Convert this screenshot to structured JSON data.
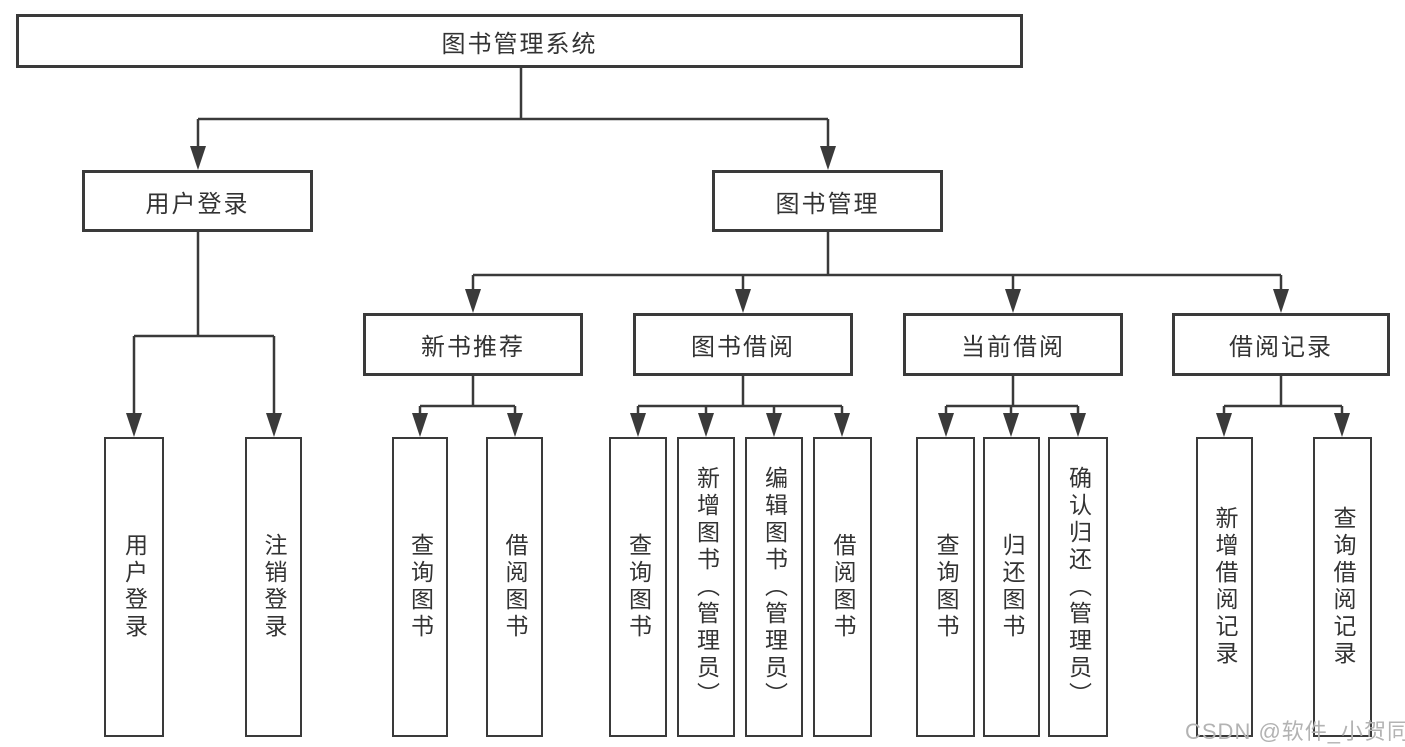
{
  "diagram": {
    "title_node": "图书管理系统",
    "level2": [
      {
        "label": "用户登录"
      },
      {
        "label": "图书管理"
      }
    ],
    "level3": [
      {
        "label": "新书推荐"
      },
      {
        "label": "图书借阅"
      },
      {
        "label": "当前借阅"
      },
      {
        "label": "借阅记录"
      }
    ],
    "leaves": [
      {
        "label": "用户登录",
        "parent": "用户登录"
      },
      {
        "label": "注销登录",
        "parent": "用户登录"
      },
      {
        "label": "查询图书",
        "parent": "新书推荐"
      },
      {
        "label": "借阅图书",
        "parent": "新书推荐"
      },
      {
        "label": "查询图书",
        "parent": "图书借阅"
      },
      {
        "label": "新增图书（管理员）",
        "parent": "图书借阅"
      },
      {
        "label": "编辑图书（管理员）",
        "parent": "图书借阅"
      },
      {
        "label": "借阅图书",
        "parent": "图书借阅"
      },
      {
        "label": "查询图书",
        "parent": "当前借阅"
      },
      {
        "label": "归还图书",
        "parent": "当前借阅"
      },
      {
        "label": "确认归还（管理员）",
        "parent": "当前借阅"
      },
      {
        "label": "新增借阅记录",
        "parent": "借阅记录"
      },
      {
        "label": "查询借阅记录",
        "parent": "借阅记录"
      }
    ],
    "watermark": "CSDN @软件_小贺同学",
    "colors": {
      "line": "#3a3a3a",
      "text": "#333333",
      "watermark": "#b3b3b3",
      "background": "#ffffff"
    }
  }
}
